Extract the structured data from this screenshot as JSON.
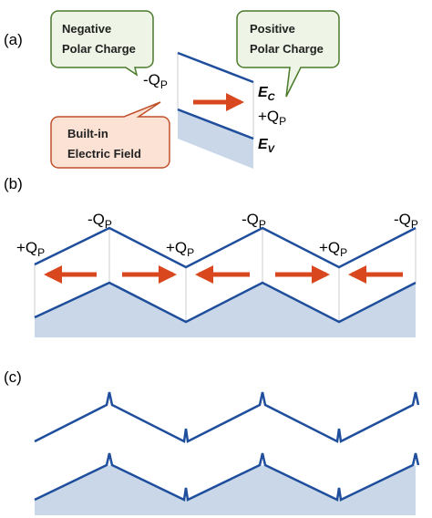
{
  "panels": {
    "a": "(a)",
    "b": "(b)",
    "c": "(c)"
  },
  "callouts": {
    "negative": [
      "Negative",
      "Polar Charge"
    ],
    "positive": [
      "Positive",
      "Polar Charge"
    ],
    "field": [
      "Built-in",
      "Electric Field"
    ]
  },
  "charges": {
    "neg_main": "-Q",
    "pos_main": "+Q",
    "sub": "P"
  },
  "bands": {
    "ec_main": "E",
    "ec_sub": "C",
    "ev_main": "E",
    "ev_sub": "V"
  },
  "colors": {
    "band_line": "#1f4e9c",
    "band_fill": "#c9d7e8",
    "arrow": "#d9471e",
    "callout_green_border": "#4a7a2a",
    "callout_green_fill": "#eef5e6",
    "callout_red_border": "#c0502a",
    "callout_red_fill": "#fbe2d5"
  },
  "panel_b": {
    "arrow_directions": [
      "left",
      "right",
      "left",
      "right",
      "left"
    ]
  }
}
